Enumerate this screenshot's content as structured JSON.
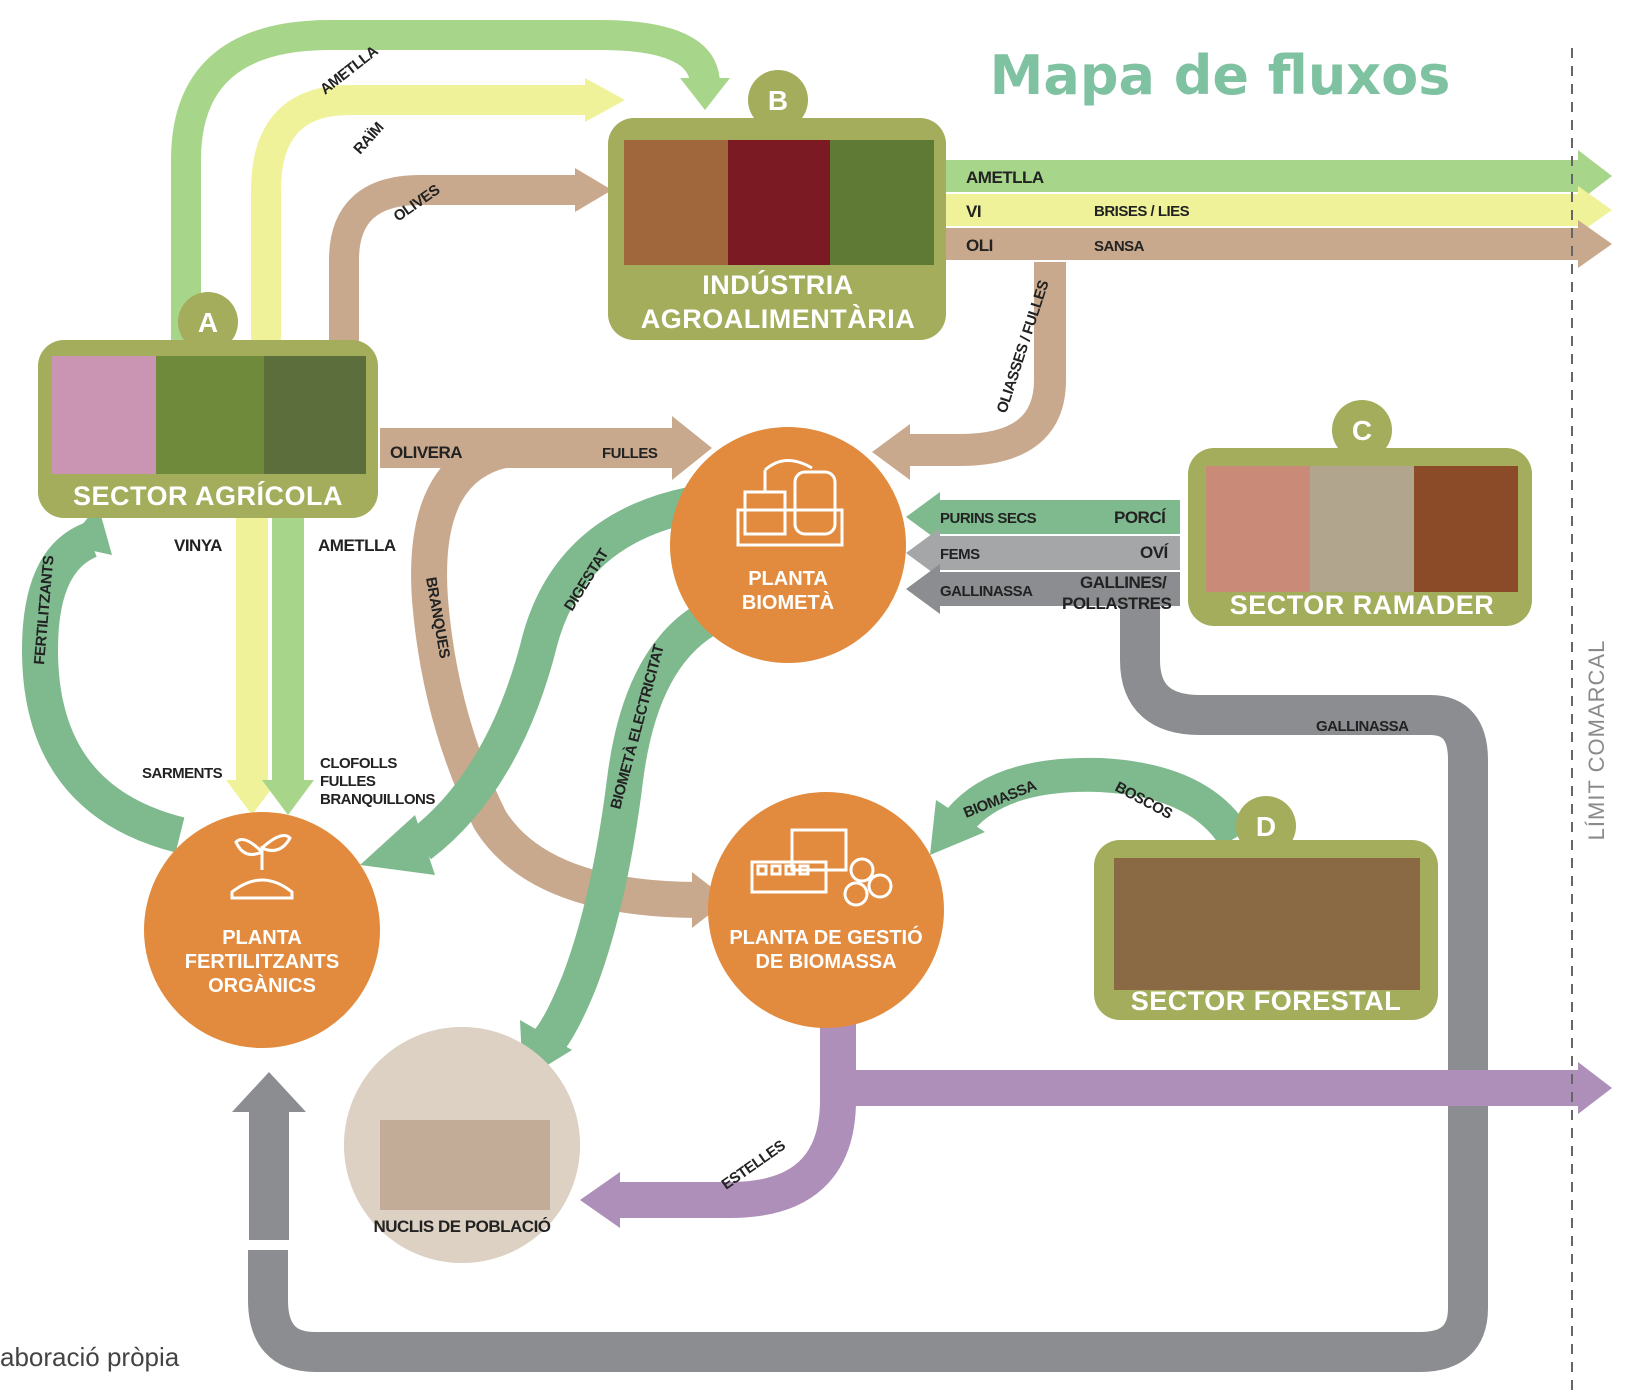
{
  "title": "Mapa de fluxos",
  "source": "aboració pròpia",
  "limit_label": "LÍMIT COMARCAL",
  "colors": {
    "agricola_box": "#a3ad5b",
    "circle": "#e28b3e",
    "almond_green": "#a7d58a",
    "grape_yellow": "#f0f29a",
    "olive_tan": "#c9a98e",
    "digestat_green": "#7fb98e",
    "gray": "#8b8d90",
    "biomass_purple": "#ad8fba",
    "title_teal": "#7fc2a2"
  },
  "sectors": {
    "a": {
      "badge": "A",
      "title": "SECTOR AGRÍCOLA"
    },
    "b": {
      "badge": "B",
      "title_line1": "INDÚSTRIA",
      "title_line2": "AGROALIMENTÀRIA"
    },
    "c": {
      "badge": "C",
      "title": "SECTOR RAMADER"
    },
    "d": {
      "badge": "D",
      "title": "SECTOR FORESTAL"
    }
  },
  "plants": {
    "biometa": {
      "line1": "PLANTA",
      "line2": "BIOMETÀ"
    },
    "fertilitzants": {
      "line1": "PLANTA",
      "line2": "FERTILITZANTS",
      "line3": "ORGÀNICS"
    },
    "biomassa": {
      "line1": "PLANTA DE GESTIÓ",
      "line2": "DE BIOMASSA"
    },
    "nuclis": {
      "label": "NUCLIS DE POBLACIÓ"
    }
  },
  "flows": {
    "ametlla_top": "AMETLLA",
    "raim": "RAÏM",
    "olives": "OLIVES",
    "export_ametlla": "AMETLLA",
    "export_vi": "VI",
    "export_brises": "BRISES / LIES",
    "export_oli": "OLI",
    "export_sansa": "SANSA",
    "oliasses": "OLIASSES / FULLES",
    "olivera": "OLIVERA",
    "fulles": "FULLES",
    "vinya": "VINYA",
    "ametlla_down": "AMETLLA",
    "fertilitzants": "FERTILITZANTS",
    "branques": "BRANQUES",
    "digestat": "DIGESTAT",
    "biometa_electricitat": "BIOMETÀ ELECTRICITAT",
    "purins": "PURINS SECS",
    "porci": "PORCÍ",
    "fems": "FEMS",
    "ovi": "OVÍ",
    "gallinassa_c": "GALLINASSA",
    "gallines_1": "GALLINES/",
    "gallines_2": "POLLASTRES",
    "gallinassa_loop": "GALLINASSA",
    "sarments": "SARMENTS",
    "clofolls_1": "CLOFOLLS",
    "clofolls_2": "FULLES",
    "clofolls_3": "BRANQUILLONS",
    "biomassa": "BIOMASSA",
    "boscos": "BOSCOS",
    "estelles": "ESTELLES"
  }
}
